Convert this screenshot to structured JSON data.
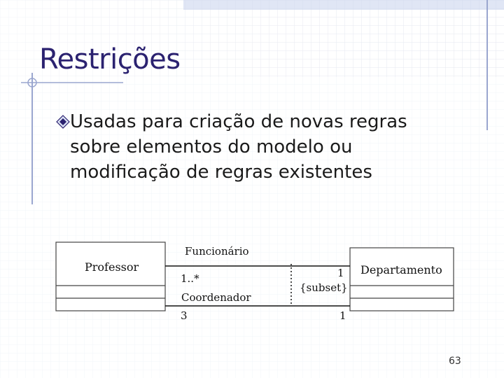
{
  "slide": {
    "title": "Restrições",
    "bullet": "Usadas para criação de novas regras sobre elementos do modelo ou modificação de regras existentes",
    "page_number": "63"
  },
  "diagram": {
    "class_left": "Professor",
    "class_right": "Departamento",
    "association_top_name": "Funcionário",
    "association_top_left_multiplicity": "1..*",
    "association_top_right_multiplicity": "1",
    "association_bottom_name": "Coordenador",
    "association_bottom_left_multiplicity": "3",
    "association_bottom_right_multiplicity": "1",
    "constraint": "{subset}"
  },
  "colors": {
    "title": "#2b2270",
    "grid": "#dfe3ee",
    "frame_line": "#9aa6cf"
  }
}
